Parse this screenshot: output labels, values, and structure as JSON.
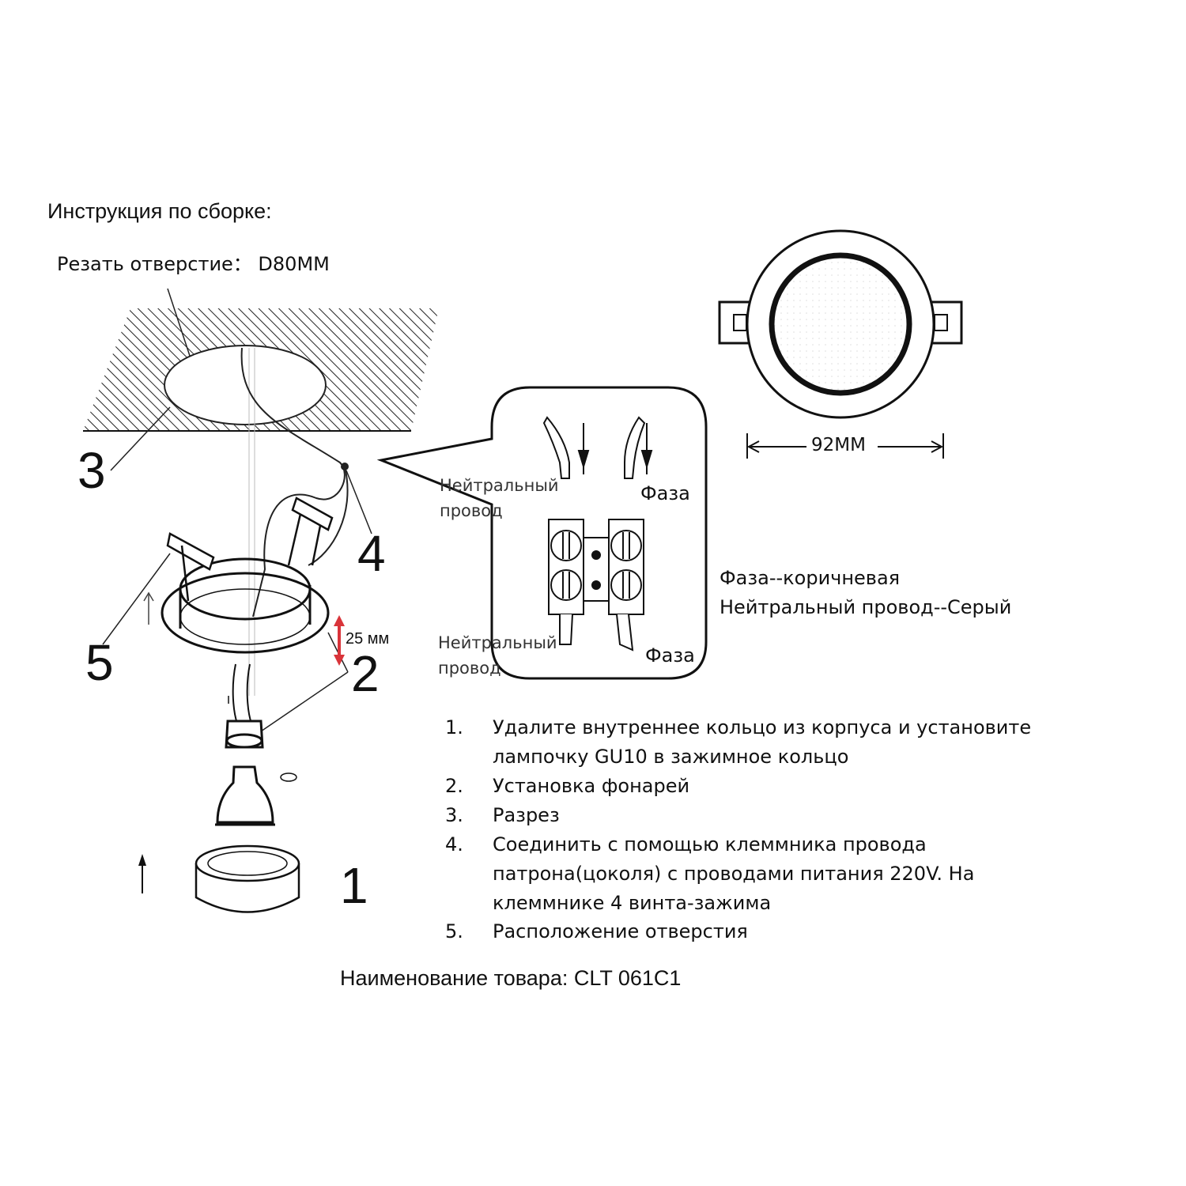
{
  "title": "Инструкция по сборке:",
  "cut_hole": "Резать отверстие：  D80MM",
  "step_numbers": {
    "n1": "1",
    "n2": "2",
    "n3": "3",
    "n4": "4",
    "n5": "5"
  },
  "height_label": "25 мм",
  "callout": {
    "neutral_top_1": "Нейтральный",
    "neutral_top_2": "провод",
    "phase_top": "Фаза",
    "neutral_bottom_1": "Нейтральный",
    "neutral_bottom_2": "провод",
    "phase_bottom": "Фаза"
  },
  "dimension": "92MM",
  "legend": {
    "phase": "Фаза--коричневая",
    "neutral": "Нейтральный  провод--Серый"
  },
  "steps": [
    {
      "num": "1.",
      "lines": [
        "Удалите внутреннее кольцо из корпуса и установите",
        "лампочку GU10 в зажимное кольцо"
      ]
    },
    {
      "num": "2.",
      "lines": [
        "Установка фонарей"
      ]
    },
    {
      "num": "3.",
      "lines": [
        "Разрез"
      ]
    },
    {
      "num": "4.",
      "lines": [
        "Соединить с помощью клеммника провода",
        "патрона(цоколя) с проводами питания 220V. На",
        "клеммнике 4 винта-зажима"
      ]
    },
    {
      "num": "5.",
      "lines": [
        "Расположение отверстия"
      ]
    }
  ],
  "product": "Наименование товара: CLT 061C1",
  "colors": {
    "ink": "#111111",
    "arrow_red": "#d9343a"
  }
}
